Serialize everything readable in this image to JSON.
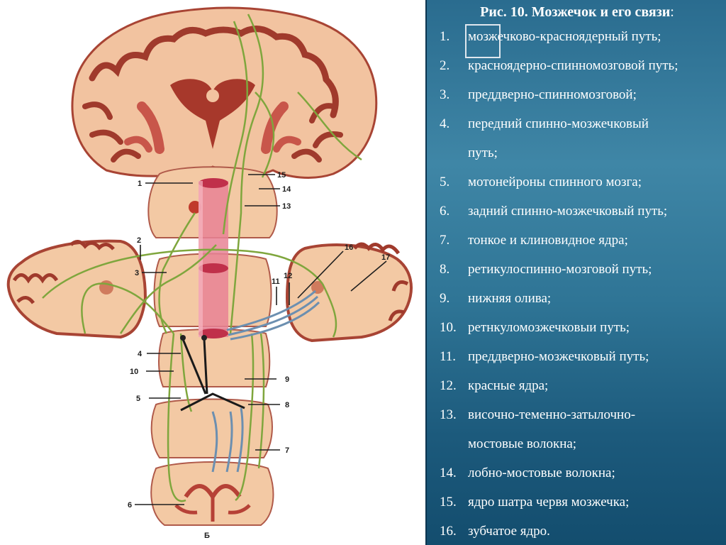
{
  "caption": {
    "title": "Рис. 10. Мозжечок и его связи",
    "suffix": ":"
  },
  "legend": [
    {
      "num": "1.",
      "text": "мозжечково-красноядерный путь;"
    },
    {
      "num": "2.",
      "text": "красноядерно-спинномозговой путь;"
    },
    {
      "num": "3.",
      "text": "преддверно-спинномозговой;"
    },
    {
      "num": "4.",
      "text": "передний спинно-мозжечковый"
    },
    {
      "num": "",
      "text": "путь;"
    },
    {
      "num": "5.",
      "text": "мотонейроны спинного мозга;"
    },
    {
      "num": "6.",
      "text": "задний спинно-мозжечковый путь;"
    },
    {
      "num": "7.",
      "text": "тонкое и клиновидное ядра;"
    },
    {
      "num": "8.",
      "text": "ретикулоспинно-мозговой путь;"
    },
    {
      "num": "9.",
      "text": "нижняя олива;"
    },
    {
      "num": "10.",
      "text": "ретнкуломозжечковыи путь;"
    },
    {
      "num": "11.",
      "text": "преддверно-мозжечковый путь;"
    },
    {
      "num": "12.",
      "text": "красные ядра;"
    },
    {
      "num": "13.",
      "text": "височно-теменно-затылочно-"
    },
    {
      "num": "",
      "text": "мостовые волокна;"
    },
    {
      "num": "14.",
      "text": "лобно-мостовые волокна;"
    },
    {
      "num": "15.",
      "text": "ядро шатра червя мозжечка;"
    },
    {
      "num": "16.",
      "text": "зубчатое ядро."
    }
  ],
  "figure_labels": {
    "l1": "1",
    "l2": "2",
    "l3": "3",
    "l4": "4",
    "l5": "5",
    "l6": "6",
    "l7": "7",
    "l8": "8",
    "l9": "9",
    "l10": "10",
    "l11": "11",
    "l12": "12",
    "l13": "13",
    "l14": "14",
    "l15": "15",
    "l16": "16",
    "l17": "17",
    "lB": "Б"
  },
  "colors": {
    "tissue": "#f3c9a4",
    "cortex": "#9c3a2c",
    "nucleus": "#b64136",
    "tube": "#e87f93",
    "pathway_green": "#7fa63d",
    "pathway_blue": "#6c8fb0",
    "panel": "#2f7596"
  }
}
